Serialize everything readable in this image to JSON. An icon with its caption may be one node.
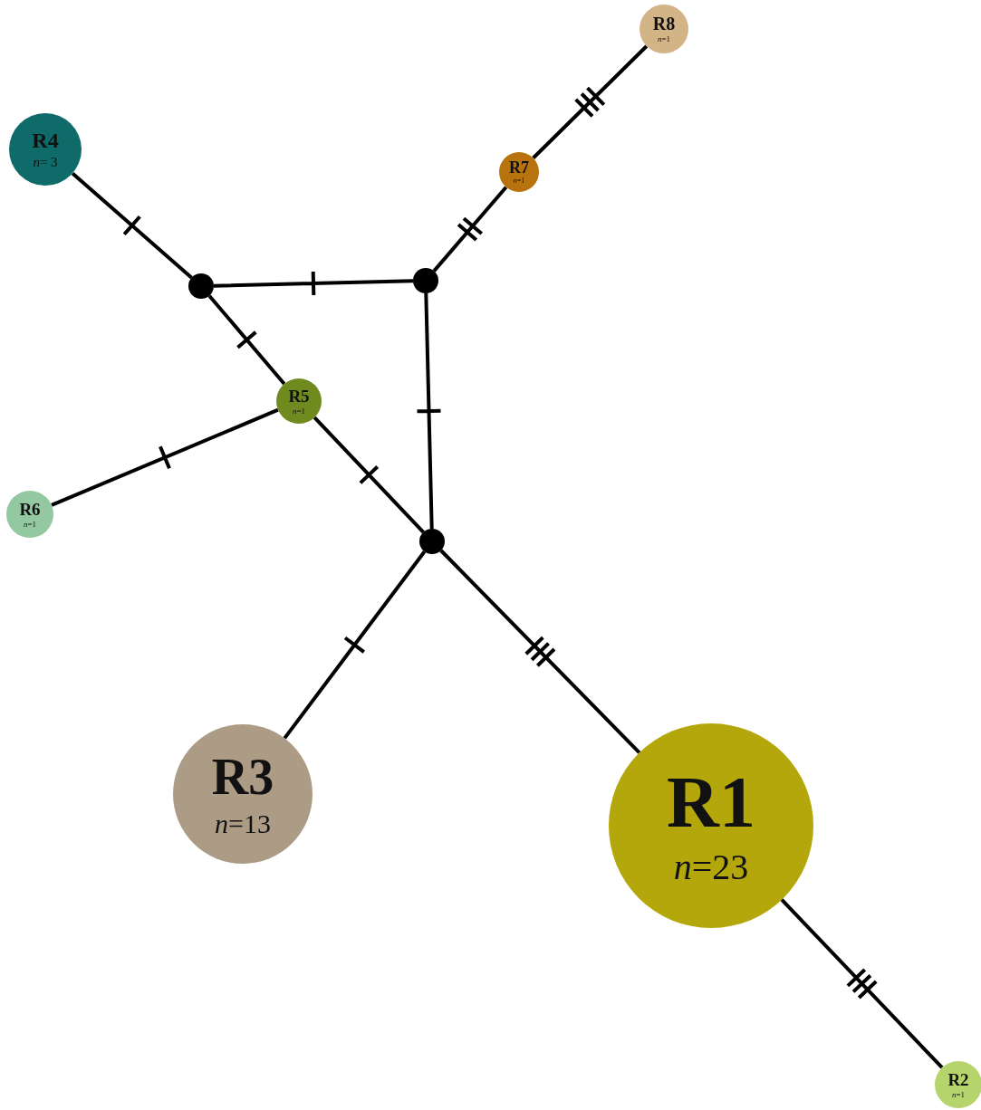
{
  "diagram": {
    "nodes": [
      {
        "text": [
          "R8",
          "*n*=1"
        ]
      },
      {
        "text": [
          "R4",
          "*n*= 3"
        ]
      },
      {
        "text": [
          "R7",
          "*n*=1"
        ]
      },
      {
        "text": [],
        "shape": "circle"
      },
      {
        "text": [],
        "shape": "circle"
      },
      {
        "text": [
          "R5",
          "*n*=1"
        ]
      },
      {
        "text": [
          "R6",
          "*n*=1"
        ]
      },
      {
        "text": [],
        "shape": "circle"
      },
      {
        "text": [
          "R3",
          "*n*=13"
        ]
      },
      {
        "text": [
          "R1",
          "*n*=23"
        ]
      },
      {
        "text": [
          "R2",
          "*n*=1"
        ]
      }
    ],
    "edges": [
      {
        "from": 0,
        "to": 2,
        "arrow": "none"
      },
      {
        "from": 2,
        "to": 4,
        "arrow": "none"
      },
      {
        "from": 1,
        "to": 3,
        "arrow": "none"
      },
      {
        "from": 3,
        "to": 4,
        "arrow": "none"
      },
      {
        "from": 3,
        "to": 5,
        "arrow": "none"
      },
      {
        "from": 4,
        "to": 7,
        "arrow": "none"
      },
      {
        "from": 5,
        "to": 6,
        "arrow": "none"
      },
      {
        "from": 5,
        "to": 7,
        "arrow": "none"
      },
      {
        "from": 7,
        "to": 8,
        "arrow": "none"
      },
      {
        "from": 7,
        "to": 9,
        "arrow": "none"
      },
      {
        "from": 9,
        "to": 10,
        "arrow": "none"
      }
    ]
  }
}
